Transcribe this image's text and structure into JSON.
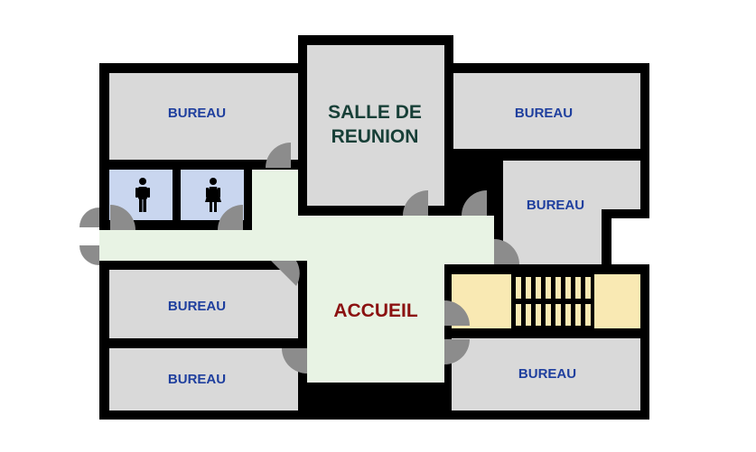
{
  "plan": {
    "rooms": {
      "bureau_top_left": "BUREAU",
      "salle_line1": "SALLE DE",
      "salle_line2": "REUNION",
      "bureau_top_right": "BUREAU",
      "bureau_mid_right": "BUREAU",
      "bureau_mid_left": "BUREAU",
      "bureau_bottom_left": "BUREAU",
      "accueil": "ACCUEIL",
      "bureau_bottom_right": "BUREAU"
    },
    "icons": {
      "restroom_men": "man-icon",
      "restroom_women": "woman-icon"
    },
    "colors": {
      "wall": "#000000",
      "office": "#d9d9d9",
      "restroom": "#c9d6ef",
      "corridor": "#e8f3e4",
      "stairs": "#f9e9b3",
      "door": "#8c8c8c"
    }
  }
}
